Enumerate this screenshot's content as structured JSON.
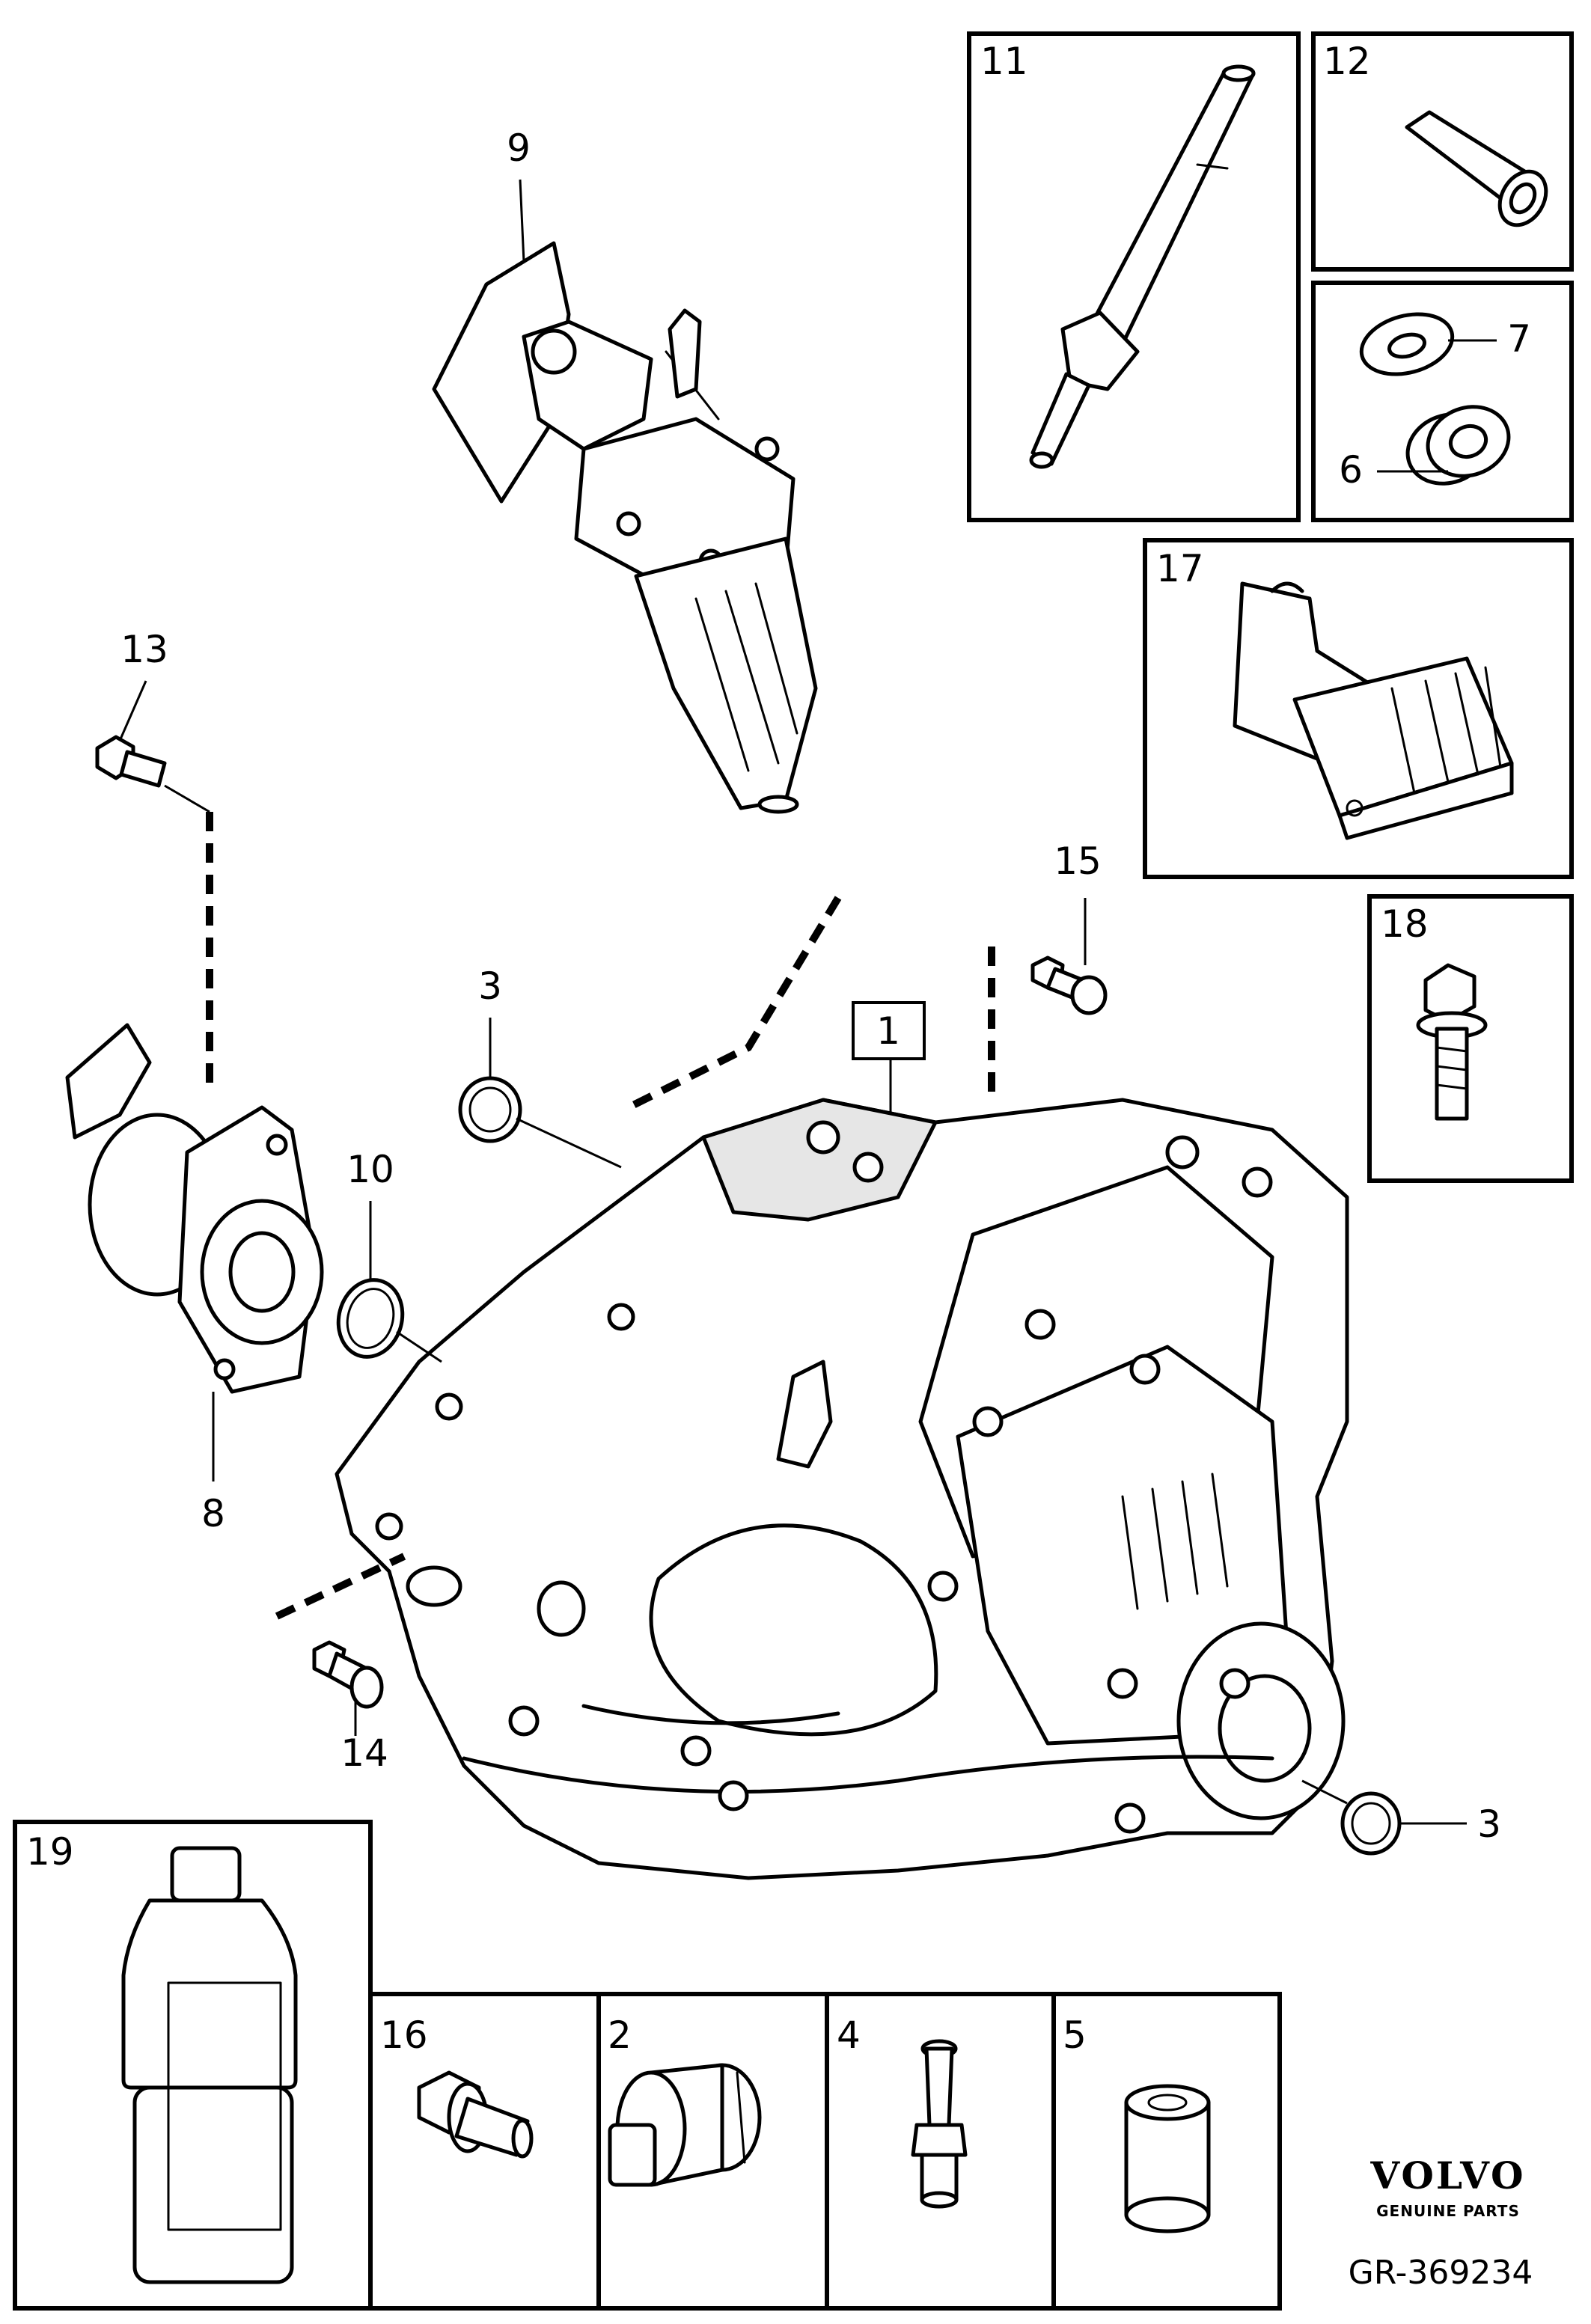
{
  "callouts": {
    "c1": "1",
    "c2": "2",
    "c3a": "3",
    "c3b": "3",
    "c4": "4",
    "c5": "5",
    "c6": "6",
    "c7": "7",
    "c8": "8",
    "c9": "9",
    "c10": "10",
    "c11": "11",
    "c12": "12",
    "c13": "13",
    "c14": "14",
    "c15": "15",
    "c16": "16",
    "c17": "17",
    "c18": "18",
    "c19": "19"
  },
  "branding": {
    "logo_text": "VOLVO",
    "tagline": "GENUINE PARTS",
    "reference": "GR-369234"
  }
}
